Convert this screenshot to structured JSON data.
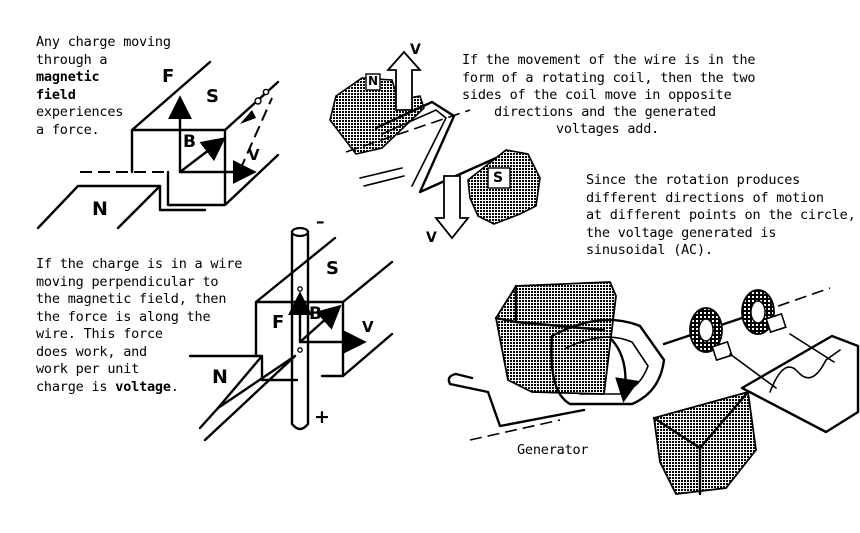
{
  "text": {
    "block1": {
      "line1": "Any charge moving",
      "line2": "through a",
      "line3_bold": "magnetic",
      "line4_bold": "field",
      "line5": "experiences",
      "line6": "a force."
    },
    "block2": {
      "line1": "If the charge is in a wire",
      "line2": "moving perpendicular to",
      "line3": "the magnetic field, then",
      "line4": "the force is along the",
      "line5": "wire. This force",
      "line6": "does work, and",
      "line7": "work per unit",
      "line8_prefix": "charge is ",
      "line8_bold": "voltage",
      "line8_suffix": "."
    },
    "block3": {
      "line1": "If the movement of the wire is in the",
      "line2": "form of a rotating coil, then the two",
      "line3": "sides of the coil move in opposite",
      "line4": "directions and the generated",
      "line5": "voltages add."
    },
    "block4": {
      "line1": "Since the rotation produces",
      "line2": "different directions of motion",
      "line3": "at different points on the circle,",
      "line4": "the voltage generated is",
      "line5": "sinusoidal (AC)."
    },
    "generator_caption": "Generator"
  },
  "diagram1": {
    "label_f": "F",
    "label_s": "S",
    "label_b": "B",
    "label_v": "V",
    "label_n": "N"
  },
  "diagram2": {
    "label_minus": "–",
    "label_s": "S",
    "label_f": "F",
    "label_b": "B",
    "label_v": "V",
    "label_n": "N",
    "label_plus": "+"
  },
  "diagram3": {
    "label_n": "N",
    "label_v_top": "V",
    "label_s": "S",
    "label_v_bottom": "V"
  },
  "colors": {
    "ink": "#000000",
    "paper": "#ffffff",
    "shade": "#7a7a7a"
  }
}
